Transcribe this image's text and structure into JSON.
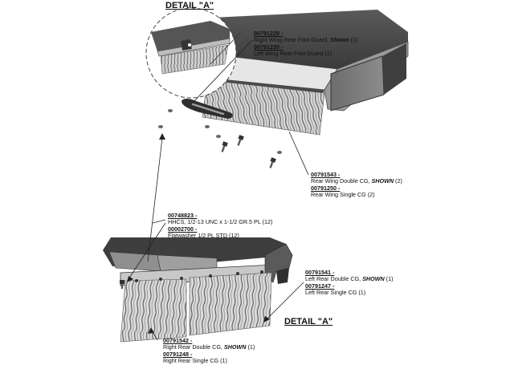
{
  "detail_titles": {
    "top": "DETAIL \"A\"",
    "bottom": "DETAIL \"A\""
  },
  "callouts": {
    "foot_guard": {
      "pn1": "00791229 -",
      "desc1_pre": "Right Wing Rear Foot Guard, ",
      "desc1_em": "Shown",
      "desc1_post": " (1)",
      "pn2": "00791230 -",
      "desc2": "Left Wing Rear Foot Guard (1)"
    },
    "rear_wing": {
      "pn1": "00791543 -",
      "desc1_pre": "Rear Wing Double CG, ",
      "desc1_em": "SHOWN",
      "desc1_post": " (2)",
      "pn2": "00791250 -",
      "desc2": "Rear Wing Single CG (2)"
    },
    "hardware": {
      "pn1": "00748823 -",
      "desc1": "HHCS, 1/2-13 UNC x 1-1/2 GR.5 PL (12)",
      "pn2": "00002700 -",
      "desc2": "Flatwasher 1/2 PL STD (12)"
    },
    "left_rear": {
      "pn1": "00791541 -",
      "desc1_pre": "Left Rear Double CG, ",
      "desc1_em": "SHOWN",
      "desc1_post": " (1)",
      "pn2": "00791247 -",
      "desc2": "Left Rear Single CG (1)"
    },
    "right_rear": {
      "pn1": "00791542 -",
      "desc1_pre": "Right Rear Double CG, ",
      "desc1_em": "SHOWN",
      "desc1_post": " (1)",
      "pn2": "00791248 -",
      "desc2": "Right Rear Single CG (1)"
    }
  }
}
